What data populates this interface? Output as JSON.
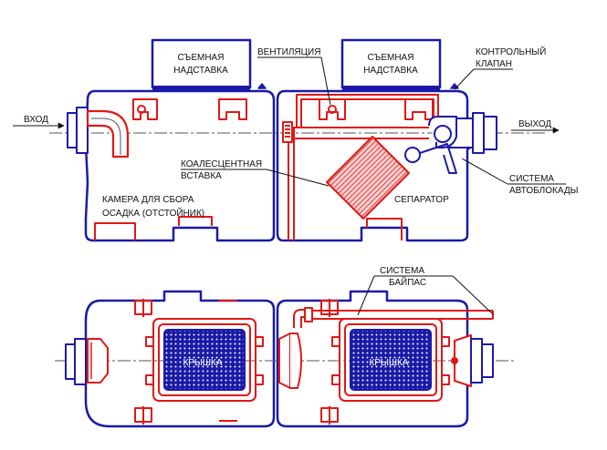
{
  "colors": {
    "outline": "#1a1aa8",
    "pipe": "#e01818",
    "leader": "#111111",
    "fill_dots": "#1a1aa8"
  },
  "labels": {
    "extension_left": [
      "СЪЕМНАЯ",
      "НАДСТАВКА"
    ],
    "extension_right": [
      "СЪЕМНАЯ",
      "НАДСТАВКА"
    ],
    "ventilation": "ВЕНТИЛЯЦИЯ",
    "control_valve": [
      "КОНТРОЛЬНЫЙ",
      "КЛАПАН"
    ],
    "inlet": "ВХОД",
    "outlet": "ВЫХОД",
    "coalescent": [
      "КОАЛЕСЦЕНТНАЯ",
      "ВСТАВКА"
    ],
    "autoblock": [
      "СИСТЕМА",
      "АВТОБЛОКАДЫ"
    ],
    "sediment_chamber": [
      "КАМЕРА ДЛЯ СБОРА",
      "ОСАДКА (ОТСТОЙНИК)"
    ],
    "separator": "СЕПАРАТОР",
    "bypass": [
      "СИСТЕМА",
      "БАЙПАС"
    ],
    "lid_left": "КРЫШКА",
    "lid_right": "КРЫШКА"
  }
}
